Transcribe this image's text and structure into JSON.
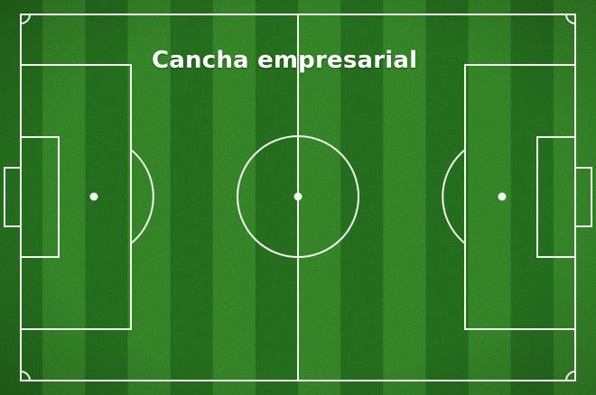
{
  "title": "Cancha empresarial",
  "colors": {
    "grass_light": "#3d9a2e",
    "grass_dark": "#2b7f22",
    "line": "#f2f6ee",
    "title_text": "#ffffff"
  },
  "image": {
    "subject": "football-pitch-top-view",
    "stripe_count": 14
  }
}
